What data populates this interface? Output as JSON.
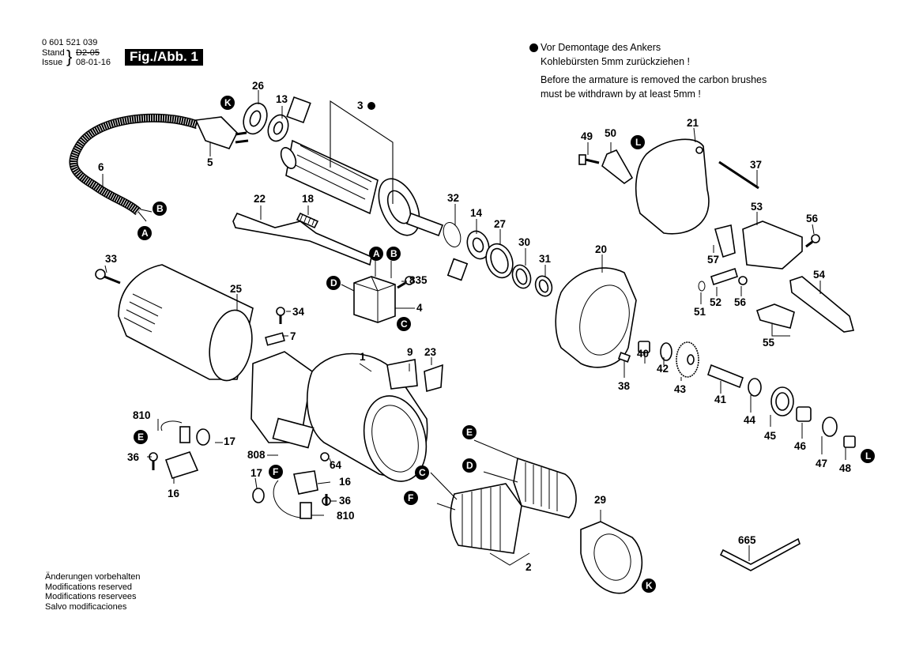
{
  "header": {
    "part_number": "0 601 521 039",
    "stand_label": "Stand",
    "issue_label": "Issue",
    "old_date": "D2-05",
    "issue_date": "08-01-16",
    "figure_label": "Fig./Abb. 1"
  },
  "note": {
    "de_line1": "Vor Demontage des Ankers",
    "de_line2": "Kohlebürsten 5mm zurückziehen !",
    "en_line1": "Before the armature is removed the carbon brushes",
    "en_line2": "must be withdrawn by at least 5mm !"
  },
  "footer": {
    "line1": "Änderungen vorbehalten",
    "line2": "Modifications reserved",
    "line3": "Modifications reservees",
    "line4": "Salvo modificaciones"
  },
  "parts": {
    "p1": "1",
    "p2": "2",
    "p3": "3",
    "p4": "4",
    "p5": "5",
    "p6": "6",
    "p7": "7",
    "p9": "9",
    "p13": "13",
    "p14": "14",
    "p16a": "16",
    "p16b": "16",
    "p17a": "17",
    "p17b": "17",
    "p18": "18",
    "p20": "20",
    "p21": "21",
    "p22": "22",
    "p23": "23",
    "p25": "25",
    "p26": "26",
    "p27": "27",
    "p29": "29",
    "p30": "30",
    "p31": "31",
    "p32": "32",
    "p33": "33",
    "p34": "34",
    "p36a": "36",
    "p36b": "36",
    "p37": "37",
    "p38": "38",
    "p40": "40",
    "p41": "41",
    "p42": "42",
    "p43": "43",
    "p44": "44",
    "p45": "45",
    "p46": "46",
    "p47": "47",
    "p48": "48",
    "p49": "49",
    "p50": "50",
    "p51": "51",
    "p52": "52",
    "p53": "53",
    "p54": "54",
    "p55": "55",
    "p56a": "56",
    "p56b": "56",
    "p57": "57",
    "p64": "64",
    "p665": "665",
    "p808": "808",
    "p810a": "810",
    "p810b": "810",
    "p835": "835"
  },
  "connectors": {
    "A": "A",
    "B": "B",
    "C": "C",
    "D": "D",
    "E": "E",
    "F": "F",
    "K": "K",
    "L": "L"
  }
}
